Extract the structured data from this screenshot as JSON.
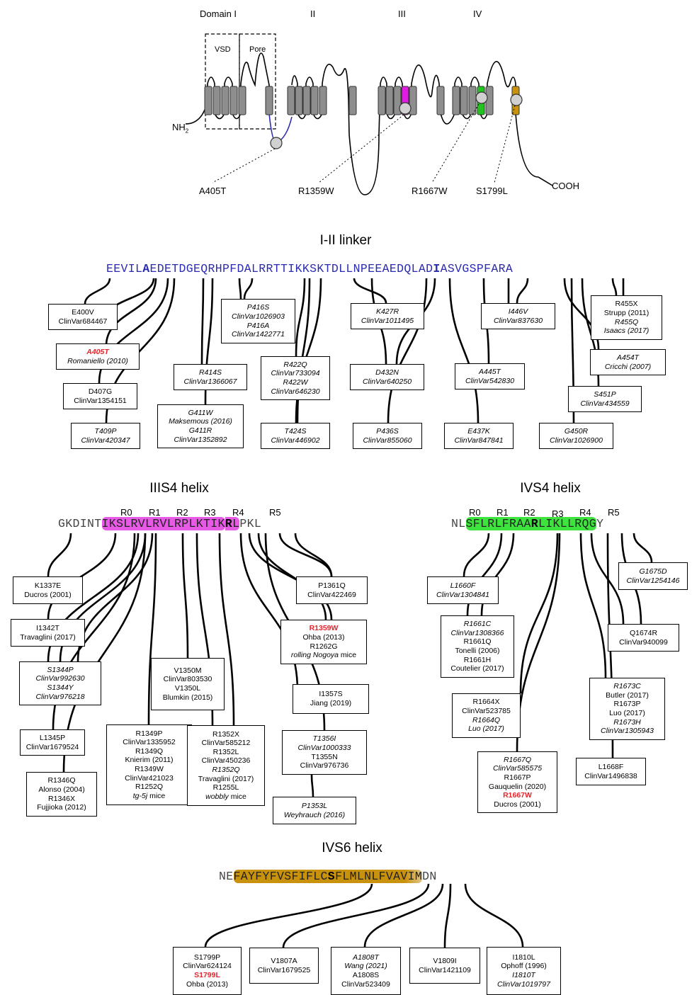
{
  "topology": {
    "domains": [
      "Domain I",
      "II",
      "III",
      "IV"
    ],
    "vsd_label": "VSD",
    "pore_label": "Pore",
    "nh2": "NH",
    "nh2_sub": "2",
    "cooh": "COOH",
    "mutations": [
      "A405T",
      "R1359W",
      "R1667W",
      "S1799L"
    ],
    "colors": {
      "linker": "#2b2bb0",
      "s4_III": "#e21be2",
      "s4_IV": "#22c41f",
      "s6_IV": "#c9920c",
      "segment": "#8e8e8e"
    }
  },
  "linker": {
    "title": "I-II linker",
    "seq_pre": "EEVIL",
    "seq_bold": "A",
    "seq_mid": "EDETDGEQRHPFDALRRTTIKKSKTDLLNPEEAEDQLAD",
    "seq_bold2": "I",
    "seq_post": "ASVGSPFARA",
    "boxes": [
      {
        "lines": [
          {
            "t": "E400V"
          },
          {
            "t": "ClinVar684467"
          }
        ]
      },
      {
        "lines": [
          {
            "t": "A405T",
            "s": "red it"
          },
          {
            "t": "Romaniello (2010)",
            "s": "it"
          }
        ]
      },
      {
        "lines": [
          {
            "t": "D407G"
          },
          {
            "t": "ClinVar1354151"
          }
        ]
      },
      {
        "lines": [
          {
            "t": "T409P",
            "s": "it"
          },
          {
            "t": "ClinVar420347",
            "s": "it"
          }
        ]
      },
      {
        "lines": [
          {
            "t": "R414S",
            "s": "it"
          },
          {
            "t": "ClinVar1366067",
            "s": "it"
          }
        ]
      },
      {
        "lines": [
          {
            "t": "G411W",
            "s": "it"
          },
          {
            "t": "Maksemous (2016)",
            "s": "it"
          },
          {
            "t": "G411R",
            "s": "it"
          },
          {
            "t": "ClinVar1352892",
            "s": "it"
          }
        ]
      },
      {
        "lines": [
          {
            "t": "P416S",
            "s": "it"
          },
          {
            "t": "ClinVar1026903",
            "s": "it"
          },
          {
            "t": "P416A",
            "s": "it"
          },
          {
            "t": "ClinVar1422771",
            "s": "it"
          }
        ]
      },
      {
        "lines": [
          {
            "t": "R422Q",
            "s": "it"
          },
          {
            "t": "ClinVar733094",
            "s": "it"
          },
          {
            "t": "R422W",
            "s": "it"
          },
          {
            "t": "ClinVar646230",
            "s": "it"
          }
        ]
      },
      {
        "lines": [
          {
            "t": "T424S",
            "s": "it"
          },
          {
            "t": "ClinVar446902",
            "s": "it"
          }
        ]
      },
      {
        "lines": [
          {
            "t": "K427R",
            "s": "it"
          },
          {
            "t": "ClinVar1011495",
            "s": "it"
          }
        ]
      },
      {
        "lines": [
          {
            "t": "D432N",
            "s": "it"
          },
          {
            "t": "ClinVar640250",
            "s": "it"
          }
        ]
      },
      {
        "lines": [
          {
            "t": "P436S",
            "s": "it"
          },
          {
            "t": "ClinVar855060",
            "s": "it"
          }
        ]
      },
      {
        "lines": [
          {
            "t": "I446V",
            "s": "it"
          },
          {
            "t": "ClinVar837630",
            "s": "it"
          }
        ]
      },
      {
        "lines": [
          {
            "t": "A445T",
            "s": "it"
          },
          {
            "t": "ClinVar542830",
            "s": "it"
          }
        ]
      },
      {
        "lines": [
          {
            "t": "E437K",
            "s": "it"
          },
          {
            "t": "ClinVar847841",
            "s": "it"
          }
        ]
      },
      {
        "lines": [
          {
            "t": "R455X"
          },
          {
            "t": "Strupp (2011)"
          },
          {
            "t": "R455Q",
            "s": "it"
          },
          {
            "t": "Isaacs (2017)",
            "s": "it"
          }
        ]
      },
      {
        "lines": [
          {
            "t": "A454T",
            "s": "it"
          },
          {
            "t": "Cricchi (2007)",
            "s": "it"
          }
        ]
      },
      {
        "lines": [
          {
            "t": "S451P",
            "s": "it"
          },
          {
            "t": "ClinVar434559",
            "s": "it"
          }
        ]
      },
      {
        "lines": [
          {
            "t": "G450R",
            "s": "it"
          },
          {
            "t": "ClinVar1026900",
            "s": "it"
          }
        ]
      }
    ]
  },
  "iiis4": {
    "title": "IIIS4 helix",
    "r_labels": [
      "R0",
      "R1",
      "R2",
      "R3",
      "R4",
      "R5"
    ],
    "seq_pre": "GKDINT",
    "seq_hl1": "IKSLRVLRVLRPLKTIK",
    "seq_bold": "R",
    "seq_hl2": "L",
    "seq_post": "PKL",
    "boxes": [
      {
        "lines": [
          {
            "t": "K1337E"
          },
          {
            "t": "Ducros (2001)"
          }
        ]
      },
      {
        "lines": [
          {
            "t": "I1342T"
          },
          {
            "t": "Travaglini (2017)"
          }
        ]
      },
      {
        "lines": [
          {
            "t": "S1344P",
            "s": "it"
          },
          {
            "t": "ClinVar992630",
            "s": "it"
          },
          {
            "t": "S1344Y",
            "s": "it"
          },
          {
            "t": "ClinVar976218",
            "s": "it"
          }
        ]
      },
      {
        "lines": [
          {
            "t": "L1345P"
          },
          {
            "t": "ClinVar1679524"
          }
        ]
      },
      {
        "lines": [
          {
            "t": "R1346Q"
          },
          {
            "t": "Alonso (2004)"
          },
          {
            "t": "R1346X"
          },
          {
            "t": "Fujjioka (2012)"
          }
        ]
      },
      {
        "lines": [
          {
            "t": "R1349P"
          },
          {
            "t": "ClinVar1335952"
          },
          {
            "t": "R1349Q"
          },
          {
            "t": "Knierim (2011)"
          },
          {
            "t": "R1349W"
          },
          {
            "t": "ClinVar421023"
          },
          {
            "t": "R1252Q"
          },
          {
            "t": "tg-5j mice",
            "s": "part"
          }
        ]
      },
      {
        "lines": [
          {
            "t": "V1350M"
          },
          {
            "t": "ClinVar803530"
          },
          {
            "t": "V1350L"
          },
          {
            "t": "Blumkin (2015)"
          }
        ]
      },
      {
        "lines": [
          {
            "t": "R1352X"
          },
          {
            "t": "ClinVar585212"
          },
          {
            "t": "R1352L"
          },
          {
            "t": "ClinVar450236"
          },
          {
            "t": "R1352Q",
            "s": "it"
          },
          {
            "t": "Travaglini (2017)"
          },
          {
            "t": "R1255L"
          },
          {
            "t": "wobbly mice",
            "s": "part"
          }
        ]
      },
      {
        "lines": [
          {
            "t": "P1361Q"
          },
          {
            "t": "ClinVar422469"
          }
        ]
      },
      {
        "lines": [
          {
            "t": "R1359W",
            "s": "red"
          },
          {
            "t": "Ohba (2013)"
          },
          {
            "t": "R1262G"
          },
          {
            "t": "rolling Nogoya mice",
            "s": "part2"
          }
        ]
      },
      {
        "lines": [
          {
            "t": "I1357S"
          },
          {
            "t": "Jiang (2019)"
          }
        ]
      },
      {
        "lines": [
          {
            "t": "T1356I",
            "s": "it"
          },
          {
            "t": "ClinVar1000333",
            "s": "it"
          },
          {
            "t": "T1355N"
          },
          {
            "t": "ClinVar976736"
          }
        ]
      },
      {
        "lines": [
          {
            "t": "P1353L",
            "s": "it"
          },
          {
            "t": "Weyhrauch (2016)",
            "s": "it"
          }
        ]
      }
    ]
  },
  "ivs4": {
    "title": "IVS4 helix",
    "r_labels": [
      "R0",
      "R1",
      "R2",
      "R3",
      "R4",
      "R5"
    ],
    "seq_pre": "NL",
    "seq_hl1": "SFLRLFRAA",
    "seq_bold": "R",
    "seq_hl2": "LIKLLRQG",
    "seq_post": "Y",
    "boxes": [
      {
        "lines": [
          {
            "t": "L1660F",
            "s": "it"
          },
          {
            "t": "ClinVar1304841",
            "s": "it"
          }
        ]
      },
      {
        "lines": [
          {
            "t": "R1661C",
            "s": "it"
          },
          {
            "t": "ClinVar1308366",
            "s": "it"
          },
          {
            "t": "R1661Q"
          },
          {
            "t": "Tonelli (2006)"
          },
          {
            "t": "R1661H"
          },
          {
            "t": "Coutelier (2017)"
          }
        ]
      },
      {
        "lines": [
          {
            "t": "R1664X"
          },
          {
            "t": "ClinVar523785"
          },
          {
            "t": "R1664Q",
            "s": "it"
          },
          {
            "t": "Luo (2017)",
            "s": "it"
          }
        ]
      },
      {
        "lines": [
          {
            "t": "R1667Q",
            "s": "it"
          },
          {
            "t": "ClinVar585575",
            "s": "it"
          },
          {
            "t": "R1667P"
          },
          {
            "t": "Gauquelin (2020)"
          },
          {
            "t": "R1667W",
            "s": "red"
          },
          {
            "t": "Ducros (2001)"
          }
        ]
      },
      {
        "lines": [
          {
            "t": "G1675D",
            "s": "it"
          },
          {
            "t": "ClinVar1254146",
            "s": "it"
          }
        ]
      },
      {
        "lines": [
          {
            "t": "Q1674R"
          },
          {
            "t": "ClinVar940099"
          }
        ]
      },
      {
        "lines": [
          {
            "t": "R1673C",
            "s": "it"
          },
          {
            "t": "Butler (2017)"
          },
          {
            "t": "R1673P"
          },
          {
            "t": "Luo (2017)"
          },
          {
            "t": "R1673H",
            "s": "it"
          },
          {
            "t": "ClinVar1305943",
            "s": "it"
          }
        ]
      },
      {
        "lines": [
          {
            "t": "L1668F"
          },
          {
            "t": "ClinVar1496838"
          }
        ]
      }
    ]
  },
  "ivs6": {
    "title": "IVS6 helix",
    "seq_pre": "NE",
    "seq_hl1": "FAYFYFVSFIFLC",
    "seq_bold": "S",
    "seq_hl2": "FLMLNLFVAVIM",
    "seq_post": "DN",
    "boxes": [
      {
        "lines": [
          {
            "t": "S1799P"
          },
          {
            "t": "ClinVar624124"
          },
          {
            "t": "S1799L",
            "s": "red"
          },
          {
            "t": "Ohba (2013)"
          }
        ]
      },
      {
        "lines": [
          {
            "t": "V1807A"
          },
          {
            "t": "ClinVar1679525"
          }
        ]
      },
      {
        "lines": [
          {
            "t": "A1808T",
            "s": "it"
          },
          {
            "t": "Wang (2021)",
            "s": "it"
          },
          {
            "t": "A1808S"
          },
          {
            "t": "ClinVar523409"
          }
        ]
      },
      {
        "lines": [
          {
            "t": "V1809I"
          },
          {
            "t": "ClinVar1421109"
          }
        ]
      },
      {
        "lines": [
          {
            "t": "I1810L"
          },
          {
            "t": "Ophoff (1996)"
          },
          {
            "t": "I1810T",
            "s": "it"
          },
          {
            "t": "ClinVar1019797",
            "s": "it"
          }
        ]
      }
    ]
  }
}
